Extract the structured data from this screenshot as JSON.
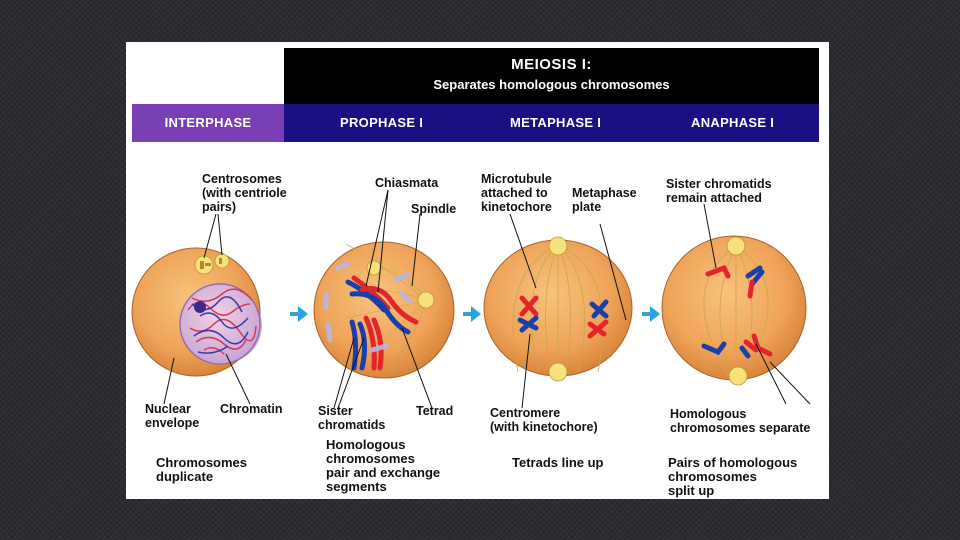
{
  "header": {
    "title": "MEIOSIS I:",
    "subtitle": "Separates homologous chromosomes"
  },
  "phases": [
    "INTERPHASE",
    "PROPHASE I",
    "METAPHASE I",
    "ANAPHASE I"
  ],
  "labels": {
    "centrosomes": "Centrosomes\n(with centriole\npairs)",
    "chiasmata": "Chiasmata",
    "spindle": "Spindle",
    "microtubule": "Microtubule\nattached to\nkinetochore",
    "metaphase_plate": "Metaphase\nplate",
    "sister_attached": "Sister chromatids\nremain attached",
    "nuclear_envelope": "Nuclear\nenvelope",
    "chromatin": "Chromatin",
    "sister_chromatids": "Sister\nchromatids",
    "tetrad": "Tetrad",
    "centromere": "Centromere\n(with kinetochore)",
    "homologous_separate": "Homologous\nchromosomes separate"
  },
  "captions": {
    "interphase": "Chromosomes\nduplicate",
    "prophase": "Homologous\nchromosomes\npair and exchange\nsegments",
    "metaphase": "Tetrads line up",
    "anaphase": "Pairs of homologous\nchromosomes\nsplit up"
  },
  "colors": {
    "cell": "#f0a659",
    "red": "#e3242b",
    "blue": "#1b3fa8",
    "arrow": "#29a5de",
    "header_bar": "#1a1083",
    "interphase_bar": "#7a3fb4"
  }
}
